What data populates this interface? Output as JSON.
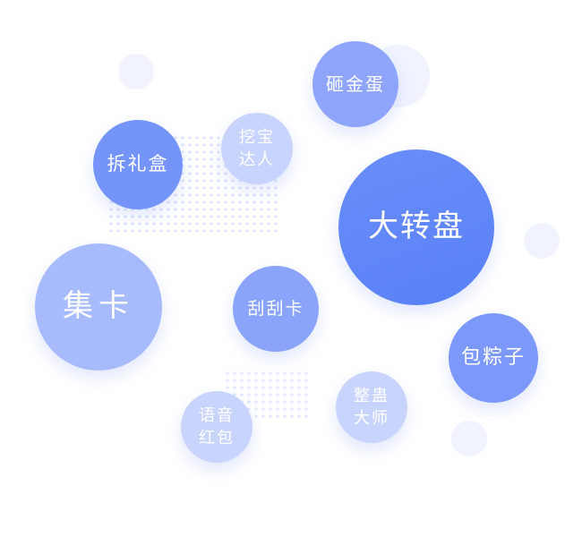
{
  "bubbles": [
    {
      "label": "砸金蛋",
      "color": "#8fa5fb"
    },
    {
      "label": "挖宝\n达人",
      "line1": "挖宝",
      "line2": "达人",
      "color": "#c8d4fd"
    },
    {
      "label": "拆礼盒",
      "color": "#7494fa"
    },
    {
      "label": "大转盘",
      "color": "#6085f8"
    },
    {
      "label": "集卡",
      "color": "#a7bbfc"
    },
    {
      "label": "刮刮卡",
      "color": "#8aa3fb"
    },
    {
      "label": "包粽子",
      "color": "#7b98fa"
    },
    {
      "line1": "整蛊",
      "line2": "大师",
      "color": "#c9d4fd"
    },
    {
      "line1": "语音",
      "line2": "红包",
      "color": "#c9d4fd"
    }
  ]
}
